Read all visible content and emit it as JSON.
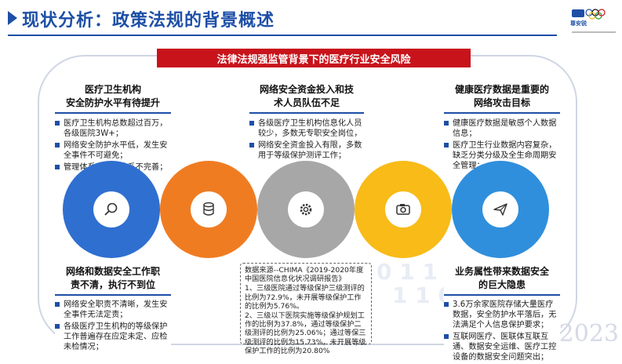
{
  "header": {
    "title": "现状分析：政策法规的背景概述",
    "logo_text": "尊安锐"
  },
  "banner": "法律法规强监管背景下的医疗行业安全风险",
  "top_cards": [
    {
      "title_line1": "医疗卫生机构",
      "title_line2": "安全防护水平有待提升",
      "bullets": [
        "医疗卫生机构总数超过百万，各级医院3W+；",
        "网络安全防护水平低，发生安全事件不可避免；",
        "管理体系和技术体系不完善；"
      ]
    },
    {
      "title_line1": "网络安全资金投入和技",
      "title_line2": "术人员队伍不足",
      "bullets": [
        "各级医疗卫生机构信息化人员较少，多数无专职安全岗位，",
        "网络安全资金投入有限，多数用于等级保护测评工作；"
      ]
    },
    {
      "title_line1": "健康医疗数据是重要的",
      "title_line2": "网络攻击目标",
      "bullets": [
        "健康医疗数据是敏感个人数据信息；",
        "医疗卫生行业数据内容复杂，缺乏分类分级及全生命周期安全管理；"
      ]
    }
  ],
  "bottom_cards": [
    {
      "title_line1": "网络和数据安全工作职",
      "title_line2": "责不清，执行不到位",
      "bullets": [
        "网络安全职责不清晰，发生安全事件无法定责；",
        "各级医疗卫生机构的等级保护工作普遍存在应定未定、应检未检情况；"
      ]
    },
    {
      "title_line1": "业务属性带来数据安全",
      "title_line2": "的巨大隐患",
      "bullets": [
        "3.6万余家医院存储大量医疗数据，安全防护水平落后，无法满足个人信息保护要求；",
        "互联网医疗、医联体互联互通、数据安全运维、医疗工控设备的数据安全问题突出；"
      ]
    }
  ],
  "note": {
    "lines": [
      "数据来源--CHIMA《2019-2020年度中国医院信息化状况调研报告》",
      "1、三级医院通过等级保护三级测评的比例为72.9%，未开展等级保护工作的比例为5.76%。",
      "2、三级以下医院实施等级保护规划工作的比例为37.8%，通过等级保护二级测评的比例为25.06%；通过等保三级测评的比例为15.73%，未开展等级保护工作的比例为20.80%"
    ]
  },
  "circle_icons": [
    "search-icon",
    "database-icon",
    "gear-icon",
    "camera-icon",
    "paper-plane-icon"
  ],
  "colors": {
    "blue": "#2f6fd0",
    "orange": "#f07c22",
    "gray": "#a7a7a7",
    "yellow": "#f8bb18",
    "teal": "#2f8fdc",
    "accent": "#1d4fa6",
    "banner": "#c8131b"
  },
  "watermark": "2023"
}
